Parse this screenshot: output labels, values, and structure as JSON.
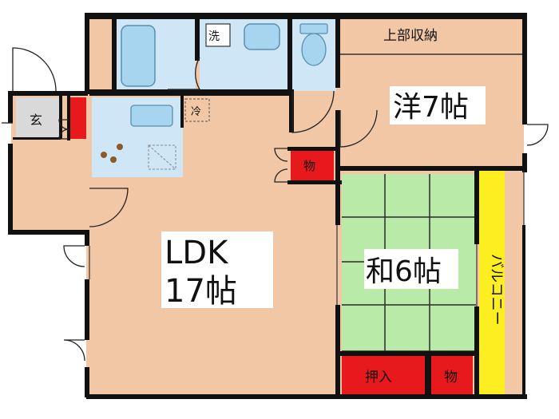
{
  "rooms": {
    "entrance": "玄",
    "western_room": "洋7帖",
    "upper_storage": "上部収納",
    "ldk_name": "LDK",
    "ldk_size": "17帖",
    "japanese_room": "和6帖",
    "closet_oshiire": "押入",
    "storage_small_1": "物",
    "storage_small_2": "物",
    "balcony": "バルコニー"
  },
  "fixtures": {
    "washer": "洗",
    "fridge": "冷"
  },
  "colors": {
    "wall": "#111111",
    "floor_wood": "#f1c7a6",
    "wet_area": "#cfe6f6",
    "tatami": "#b9eaa7",
    "storage": "#e8191c",
    "balcony": "#fcee21",
    "entrance": "#d9d9d9",
    "fixture": "#a7d4ef"
  }
}
